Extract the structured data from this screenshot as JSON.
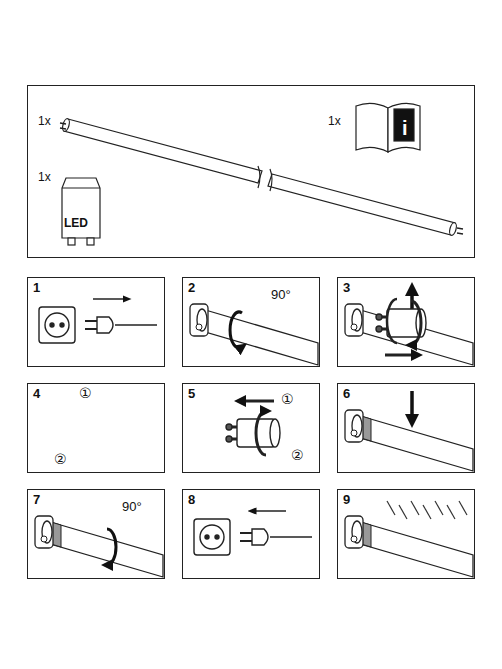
{
  "diagram": {
    "nodes": [
      {
        "text": [
          "1x",
          "1x",
          "1x",
          "LED",
          "i"
        ]
      },
      {
        "text": [
          "1"
        ]
      },
      {
        "text": [
          "2",
          "90°"
        ]
      },
      {
        "text": [
          "3"
        ]
      },
      {
        "text": [
          "4",
          "①",
          "②"
        ]
      },
      {
        "text": [
          "5",
          "①",
          "②"
        ]
      },
      {
        "text": [
          "6"
        ]
      },
      {
        "text": [
          "7",
          "90°"
        ]
      },
      {
        "text": [
          "8"
        ]
      },
      {
        "text": [
          "9"
        ]
      }
    ]
  }
}
